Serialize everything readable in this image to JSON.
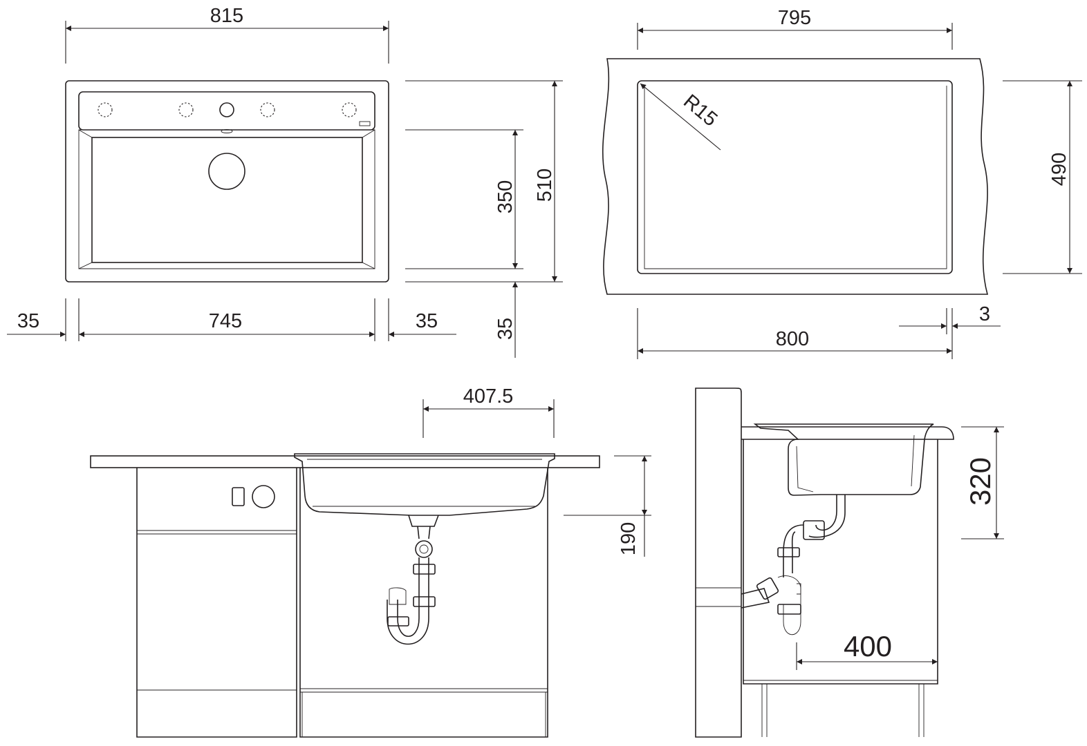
{
  "colors": {
    "line": "#231f20",
    "background": "#ffffff"
  },
  "dimensions": {
    "top_width": "815",
    "depth_total": "510",
    "bowl_depth": "350",
    "front_rim": "35",
    "inner_width": "745",
    "left_rim": "35",
    "right_rim": "35",
    "cutout_width": "795",
    "cutout_depth": "490",
    "corner_radius": "R15",
    "cabinet_width": "800",
    "offset": "3",
    "center_offset": "407.5",
    "bowl_height": "190",
    "side_height": "320",
    "side_depth": "400"
  }
}
